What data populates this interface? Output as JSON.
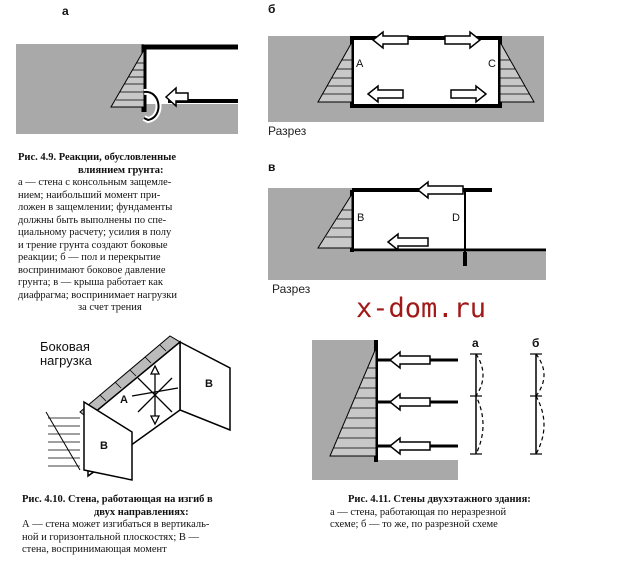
{
  "fig49": {
    "label_a": "а",
    "label_b": "б",
    "label_v": "в",
    "wall_A": "A",
    "wall_C": "C",
    "wall_B": "B",
    "wall_D": "D",
    "section_label_1": "Разрез",
    "section_label_2": "Разрез",
    "caption_title_1": "Рис. 4.9. Реакции, обусловленные",
    "caption_title_2": "влиянием грунта:",
    "caption_lines": [
      "а — стена с консольным защемле-",
      "нием; наибольший момент при-",
      "ложен в защемлении; фундаменты",
      "должны быть выполнены по спе-",
      "циальному расчету; усилия в полу",
      "и трение грунта создают боковые",
      "реакции; б — пол и перекрытие",
      "воспринимают боковое давление",
      "грунта; в — крыша работает как",
      "диафрагма; воспринимает нагрузки",
      "за счет трения"
    ]
  },
  "watermark": "x-dom.ru",
  "fig410": {
    "side_load_1": "Боковая",
    "side_load_2": "нагрузка",
    "wall_A": "A",
    "wall_B_left": "B",
    "wall_B_right": "B",
    "caption_title_1": "Рис. 4.10. Стена, работающая на изгиб в",
    "caption_title_2": "двух направлениях:",
    "caption_lines": [
      "А — стена может изгибаться в вертикаль-",
      "ной и горизонтальной плоскостях;  В —",
      "стена, воспринимающая момент"
    ]
  },
  "fig411": {
    "label_a": "а",
    "label_b": "б",
    "caption_title": "Рис. 4.11. Стены двухэтажного здания:",
    "caption_lines": [
      "а — стена, работающая по неразрезной",
      "схеме; б — то же, по разрезной схеме"
    ]
  }
}
